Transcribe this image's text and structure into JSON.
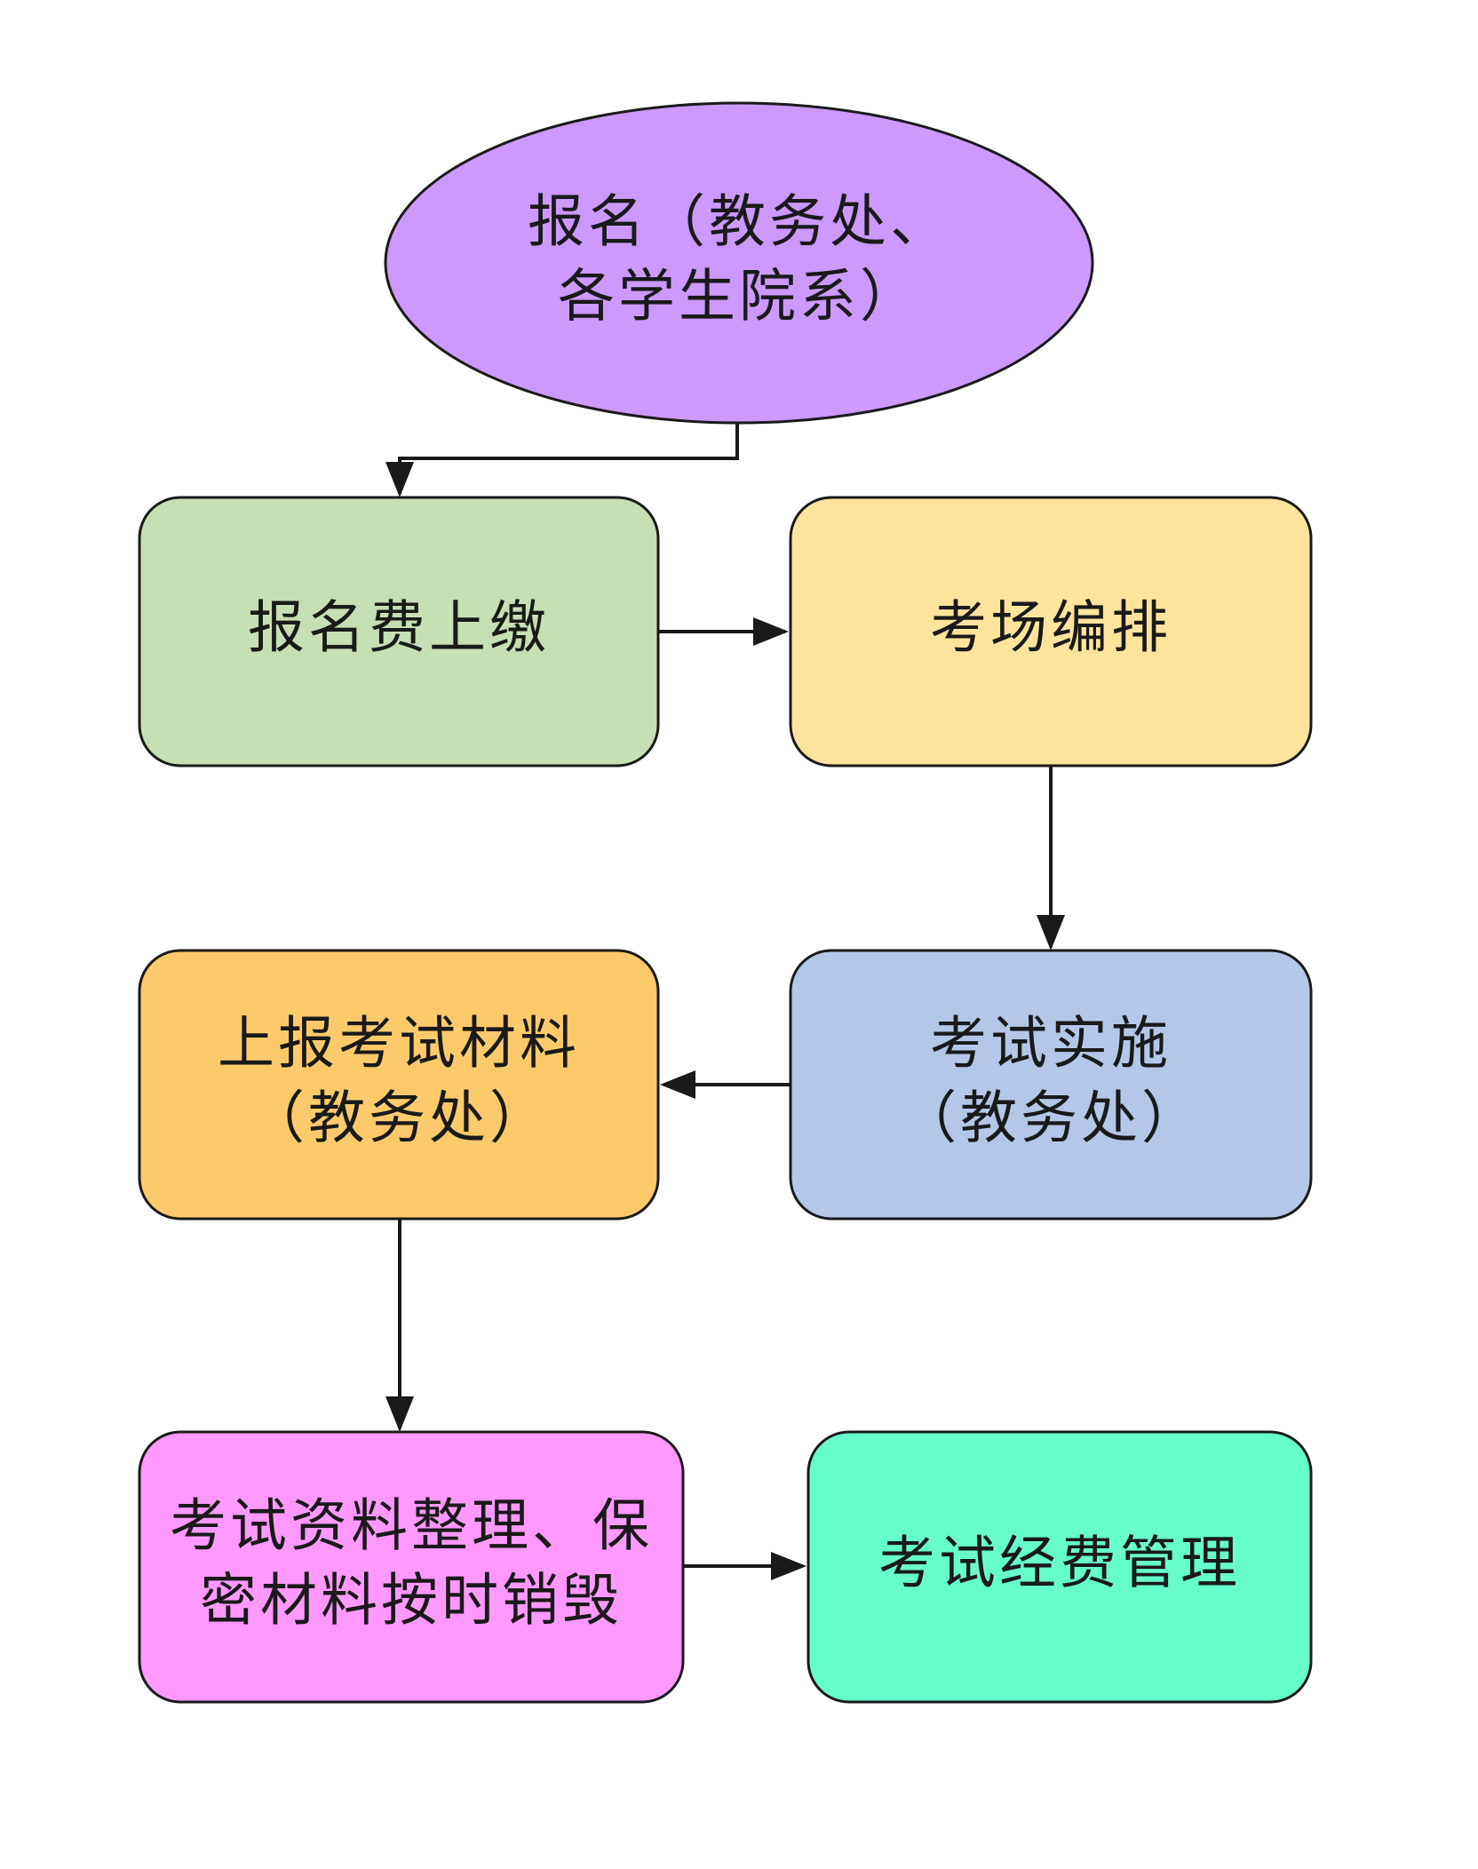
{
  "nodes": [
    {
      "id": "registration",
      "lines": [
        "报名（教务处、",
        "各学生院系）"
      ],
      "fill": "#cc99ff"
    },
    {
      "id": "fee-payment",
      "lines": [
        "报名费上缴"
      ],
      "fill": "#c6dfb4"
    },
    {
      "id": "room-arrangement",
      "lines": [
        "考场编排"
      ],
      "fill": "#fde49c"
    },
    {
      "id": "exam-implementation",
      "lines": [
        "考试实施",
        "（教务处）"
      ],
      "fill": "#b4c7e7"
    },
    {
      "id": "report-materials",
      "lines": [
        "上报考试材料",
        "（教务处）"
      ],
      "fill": "#fdca6b"
    },
    {
      "id": "archive-destroy",
      "lines": [
        "考试资料整理、保",
        "密材料按时销毁"
      ],
      "fill": "#ff99ff"
    },
    {
      "id": "fee-management",
      "lines": [
        "考试经费管理"
      ],
      "fill": "#66ffcc"
    }
  ],
  "edges": [
    {
      "from": "registration",
      "to": "fee-payment"
    },
    {
      "from": "fee-payment",
      "to": "room-arrangement"
    },
    {
      "from": "room-arrangement",
      "to": "exam-implementation"
    },
    {
      "from": "exam-implementation",
      "to": "report-materials"
    },
    {
      "from": "report-materials",
      "to": "archive-destroy"
    },
    {
      "from": "archive-destroy",
      "to": "fee-management"
    }
  ],
  "colors": {
    "stroke": "#1a1a1a",
    "text": "#1a1a1a",
    "background": "#ffffff"
  }
}
